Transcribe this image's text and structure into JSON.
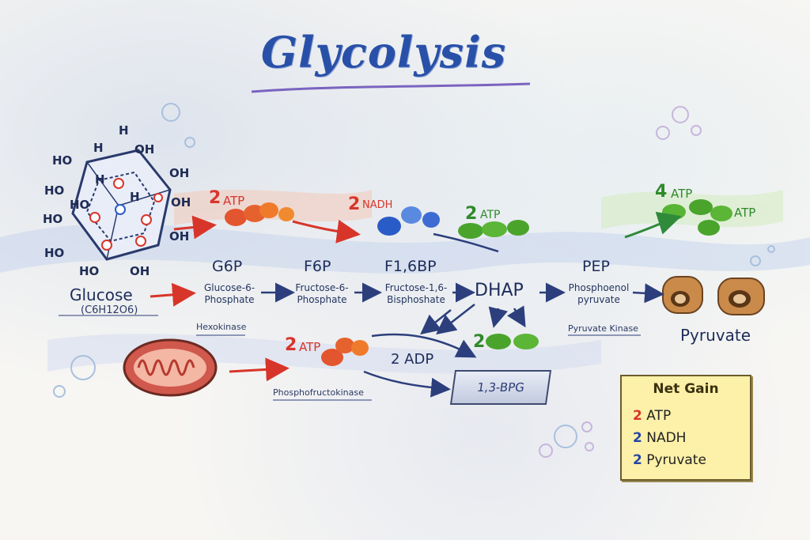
{
  "title": "Glycolysis",
  "glucose": {
    "name": "Glucose",
    "formula": "(C6H12O6)",
    "atoms": [
      "H",
      "H",
      "HO",
      "HO",
      "OH",
      "OH",
      "H",
      "HO",
      "HO",
      "OH",
      "HO",
      "OH",
      "HO",
      "OH",
      "H"
    ]
  },
  "steps": [
    {
      "abbr": "G6P",
      "full": "Glucose-6-\nPhosphate"
    },
    {
      "abbr": "F6P",
      "full": "Fructose-6-\nPhosphate"
    },
    {
      "abbr": "F1,6BP",
      "full": "Fructose-1,6-\nBisphoshate"
    },
    {
      "abbr": "DHAP",
      "full": ""
    },
    {
      "abbr": "PEP",
      "full": "Phosphoenol\npyruvate"
    }
  ],
  "product": "Pyruvate",
  "enzymes": {
    "hexokinase": "Hexokinase",
    "pyruvate_kinase": "Pyruvate Kinase",
    "pfk": "Phosphofructokinase"
  },
  "energy": {
    "atp_in_top": {
      "count": "2",
      "label": "ATP"
    },
    "nadh": {
      "count": "2",
      "label": "NADH"
    },
    "atp_mid": {
      "count": "2",
      "label": "ATP"
    },
    "atp_out": {
      "count": "4",
      "label": "ATP"
    },
    "atp_out_side": "ATP",
    "atp_in_bottom": {
      "count": "2",
      "label": "ATP"
    },
    "adp": "2 ADP",
    "green_bottom": "2",
    "bpg": "1,3-BPG"
  },
  "net_gain": {
    "title": "Net Gain",
    "rows": [
      {
        "count": "2",
        "label": "ATP"
      },
      {
        "count": "2",
        "label": "NADH"
      },
      {
        "count": "2",
        "label": "Pyruvate"
      }
    ]
  },
  "colors": {
    "atp": "#d8352a",
    "nadh": "#2a5cc7",
    "green": "#4aa42c",
    "ink": "#1f2f5c",
    "title": "#2950a8"
  }
}
